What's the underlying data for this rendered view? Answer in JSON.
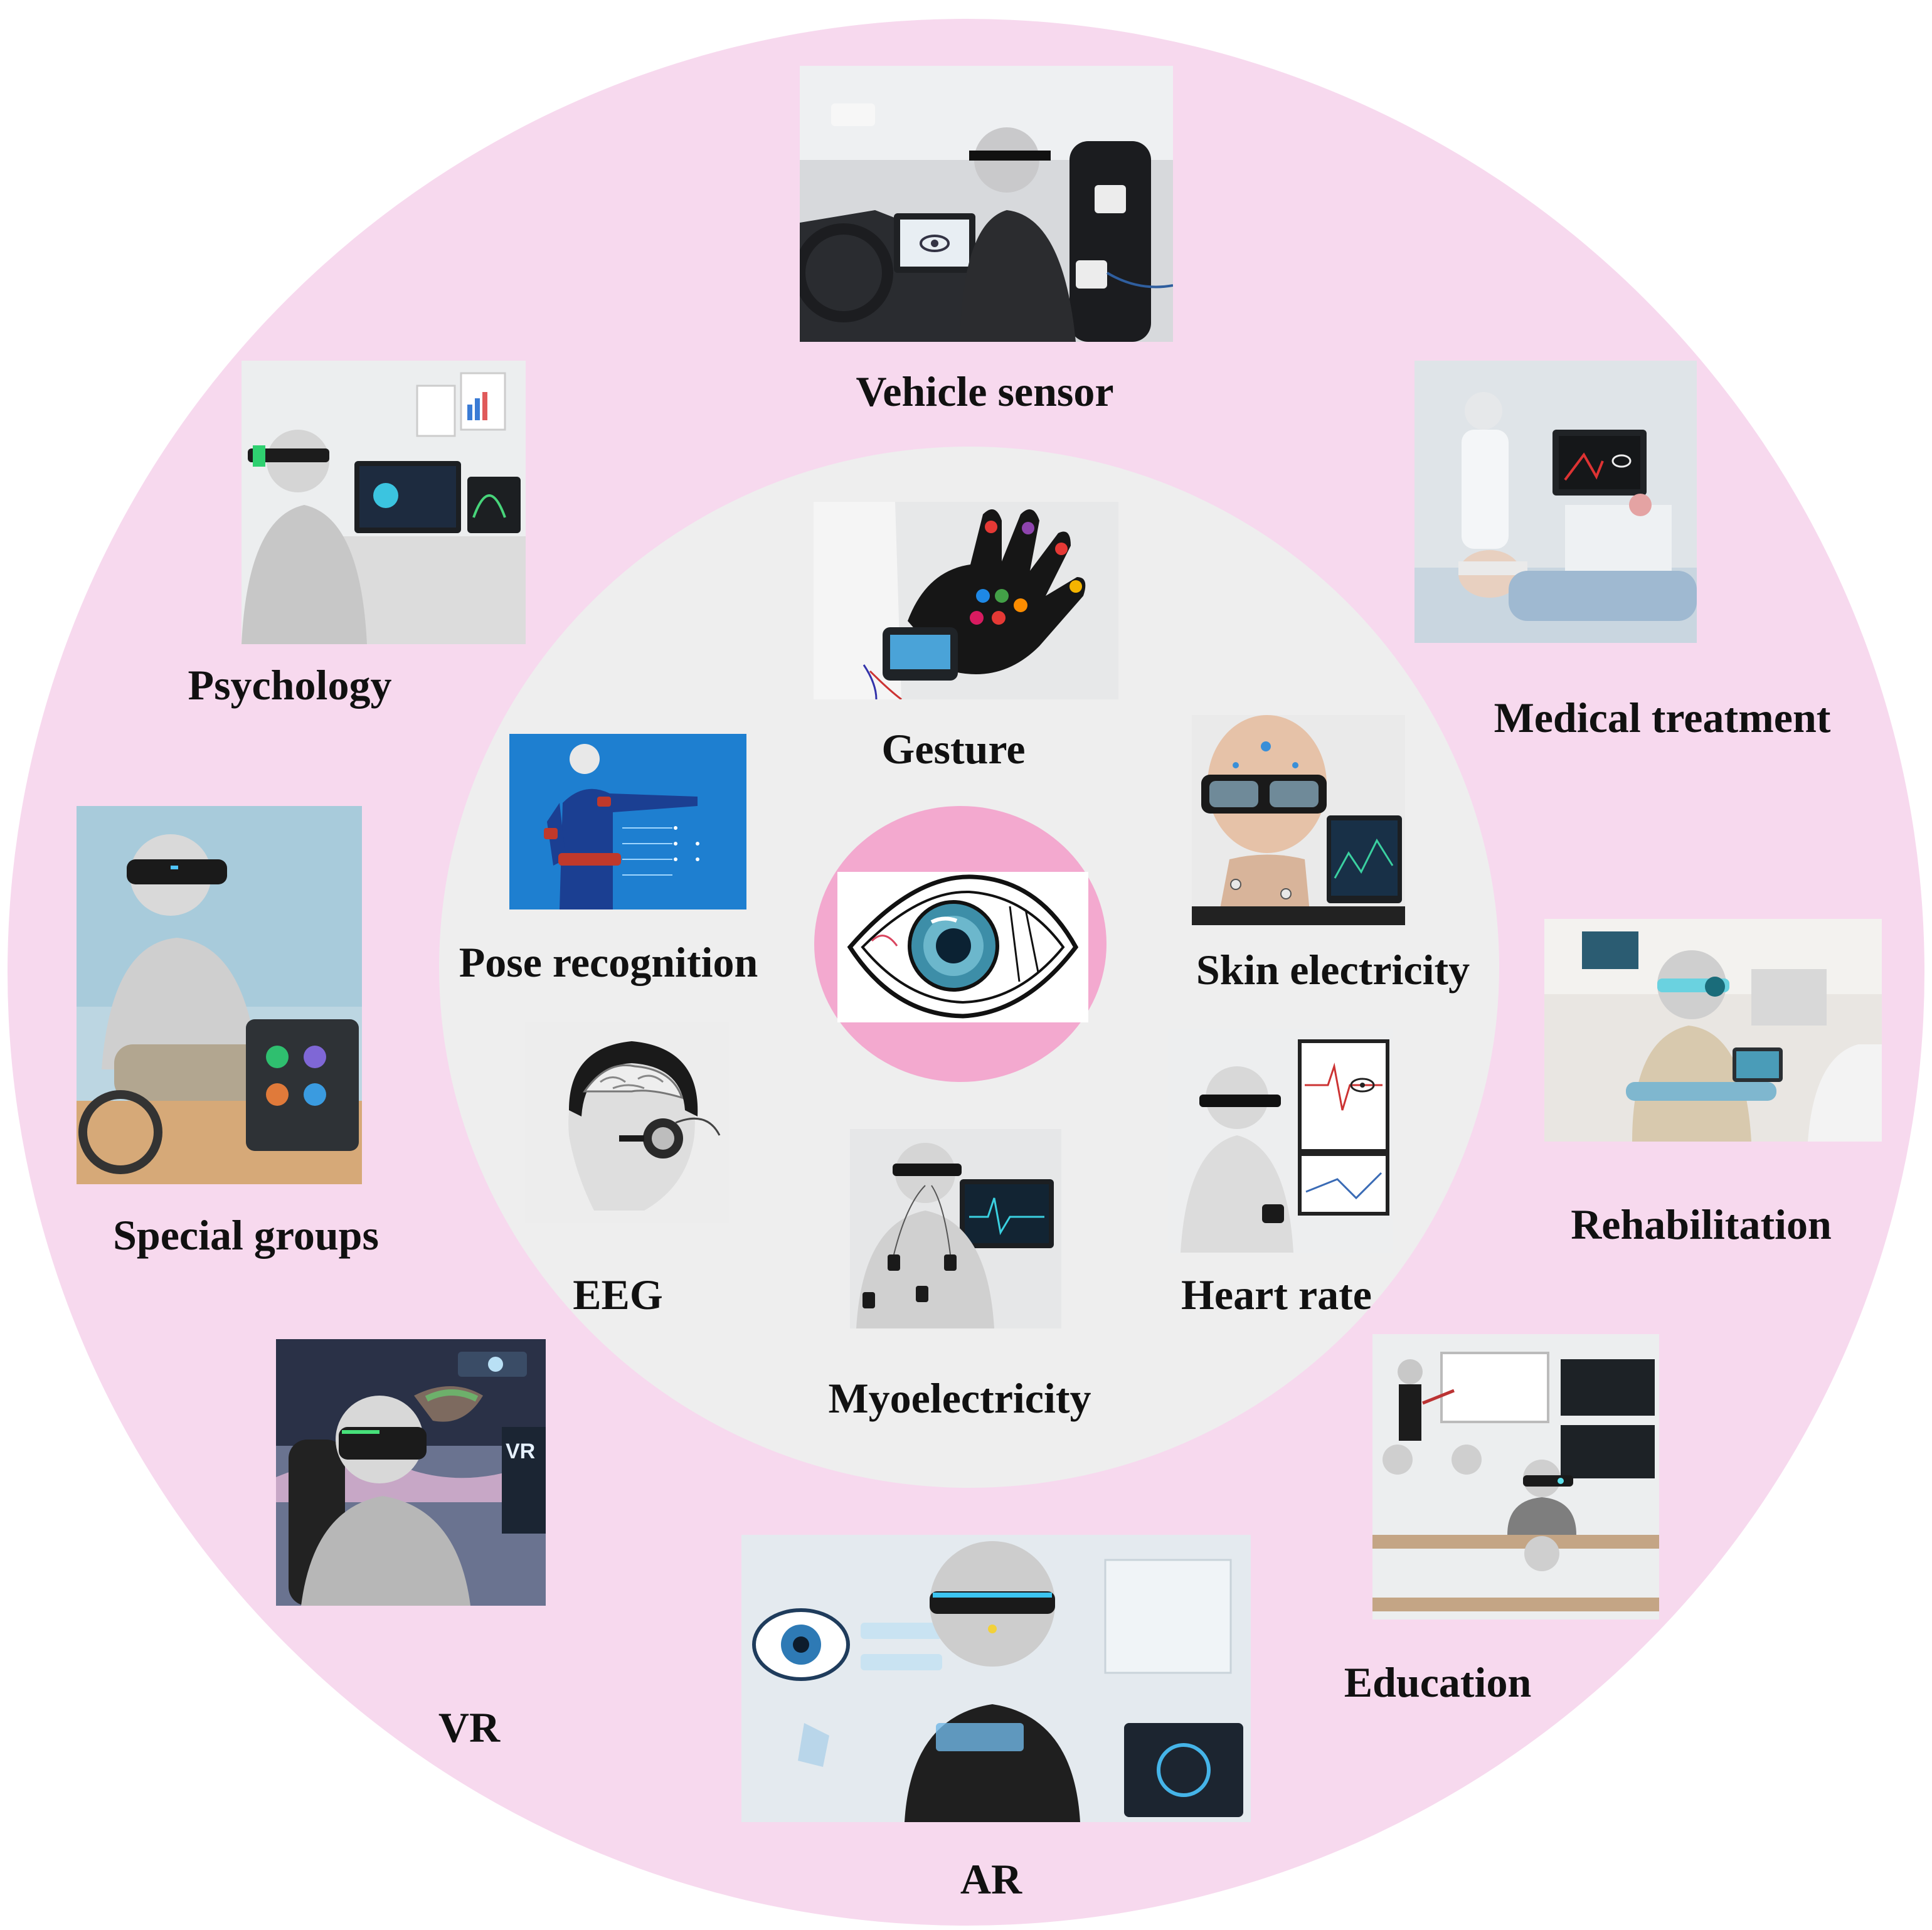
{
  "outer_items": [
    {
      "key": "vehicle",
      "label": "Vehicle sensor",
      "icon": "vehicle-sensor-illustration"
    },
    {
      "key": "medical",
      "label": "Medical treatment",
      "icon": "medical-treatment-illustration"
    },
    {
      "key": "rehab",
      "label": "Rehabilitation",
      "icon": "rehabilitation-illustration"
    },
    {
      "key": "education",
      "label": "Education",
      "icon": "education-illustration"
    },
    {
      "key": "ar",
      "label": "AR",
      "icon": "ar-illustration"
    },
    {
      "key": "vr",
      "label": "VR",
      "icon": "vr-illustration"
    },
    {
      "key": "special",
      "label": "Special groups",
      "icon": "special-groups-illustration"
    },
    {
      "key": "psychology",
      "label": "Psychology",
      "icon": "psychology-illustration"
    }
  ],
  "inner_items": [
    {
      "key": "gesture",
      "label": "Gesture",
      "icon": "gesture-glove-illustration"
    },
    {
      "key": "skin",
      "label": "Skin electricity",
      "icon": "skin-electricity-illustration"
    },
    {
      "key": "heart",
      "label": "Heart rate",
      "icon": "heart-rate-illustration"
    },
    {
      "key": "myo",
      "label": "Myoelectricity",
      "icon": "myoelectricity-illustration"
    },
    {
      "key": "eeg",
      "label": "EEG",
      "icon": "eeg-cap-illustration"
    },
    {
      "key": "pose",
      "label": "Pose recognition",
      "icon": "pose-recognition-illustration"
    }
  ],
  "center": {
    "icon": "eye-icon"
  },
  "colors": {
    "outer_ring": "#f7d9ee",
    "inner_ring": "#eeeeee",
    "center_disc": "#f3a9cf",
    "text": "#111111"
  }
}
